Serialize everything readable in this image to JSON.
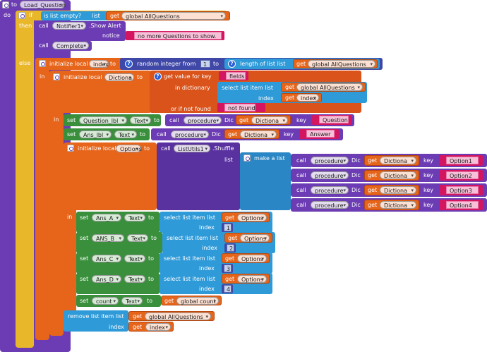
{
  "procedure": {
    "to": "to",
    "name": "Load_Question",
    "do": "do"
  },
  "if_block": {
    "if": "if",
    "then": "then",
    "else": "else",
    "is_list_empty": "is list empty?",
    "list": "list",
    "get": "get",
    "global_all": "global AllQuestions"
  },
  "notifier": {
    "call": "call",
    "component": "Notifier1",
    "method": ".Show Alert",
    "notice": "notice",
    "notice_text": "no more Questions to show."
  },
  "complete": {
    "call": "call",
    "name": "Complete"
  },
  "init_index": {
    "label": "initialize local",
    "var": "index",
    "to": "to",
    "in": "in",
    "random": "random integer from",
    "from": "1",
    "to2": "to",
    "length": "length of list  list",
    "get": "get",
    "list_var": "global AllQuestions"
  },
  "init_dict": {
    "label": "initialize local",
    "var": "Dictiona",
    "to": "to",
    "get_value": "get value for key",
    "key": "fields",
    "in_dictionary": "in dictionary",
    "select_item": "select list item  list",
    "get": "get",
    "list_var": "global AllQuestions",
    "index_label": "index",
    "index_var": "index",
    "if_not_found": "or if not found",
    "not_found": "not found",
    "in": "in"
  },
  "set_question": {
    "set": "set",
    "comp": "Question_lbl",
    "prop": "Text",
    "to": "to",
    "call": "call",
    "procedure": "procedure",
    "dic": "Dic",
    "get": "get",
    "dict_var": "Dictiona",
    "key": "key",
    "key_val": "Question"
  },
  "set_ans": {
    "set": "set",
    "comp": "Ans_lbl",
    "prop": "Text",
    "to": "to",
    "call": "call",
    "procedure": "procedure",
    "dic": "Dic",
    "get": "get",
    "dict_var": "Dictiona",
    "key": "key",
    "key_val": "Answer"
  },
  "init_options": {
    "label": "initialize local",
    "var": "Options",
    "to": "to",
    "call": "call",
    "comp": "ListUtils1",
    "method": ".Shuffle",
    "list": "list",
    "make_list": "make a list",
    "in": "in"
  },
  "option_calls": [
    {
      "call": "call",
      "procedure": "procedure",
      "dic": "Dic",
      "get": "get",
      "dict_var": "Dictiona",
      "key": "key",
      "key_val": "Option1"
    },
    {
      "call": "call",
      "procedure": "procedure",
      "dic": "Dic",
      "get": "get",
      "dict_var": "Dictiona",
      "key": "key",
      "key_val": "Option2"
    },
    {
      "call": "call",
      "procedure": "procedure",
      "dic": "Dic",
      "get": "get",
      "dict_var": "Dictiona",
      "key": "key",
      "key_val": "Option3"
    },
    {
      "call": "call",
      "procedure": "procedure",
      "dic": "Dic",
      "get": "get",
      "dict_var": "Dictiona",
      "key": "key",
      "key_val": "Option4"
    }
  ],
  "set_answers": [
    {
      "set": "set",
      "comp": "Ans_A",
      "prop": "Text",
      "to": "to",
      "select": "select list item  list",
      "get": "get",
      "list_var": "Options",
      "index": "index",
      "num": "1"
    },
    {
      "set": "set",
      "comp": "ANS_B",
      "prop": "Text",
      "to": "to",
      "select": "select list item  list",
      "get": "get",
      "list_var": "Options",
      "index": "index",
      "num": "2"
    },
    {
      "set": "set",
      "comp": "Ans_C",
      "prop": "Text",
      "to": "to",
      "select": "select list item  list",
      "get": "get",
      "list_var": "Options",
      "index": "index",
      "num": "3"
    },
    {
      "set": "set",
      "comp": "Ans_D",
      "prop": "Text",
      "to": "to",
      "select": "select list item  list",
      "get": "get",
      "list_var": "Options",
      "index": "index",
      "num": "4"
    }
  ],
  "set_count": {
    "set": "set",
    "comp": "count",
    "prop": "Text",
    "to": "to",
    "get": "get",
    "var": "global count"
  },
  "remove_item": {
    "label": "remove list item  list",
    "get": "get",
    "list_var": "global AllQuestions",
    "index": "index",
    "index_var": "index"
  },
  "colors": {
    "procedure": "#6c3cb4",
    "variable": "#e6651b",
    "control": "#e9b72a",
    "component": "#3a8f3c",
    "list": "#2f9ad8",
    "text": "#d4155f",
    "math": "#3f47a7"
  }
}
